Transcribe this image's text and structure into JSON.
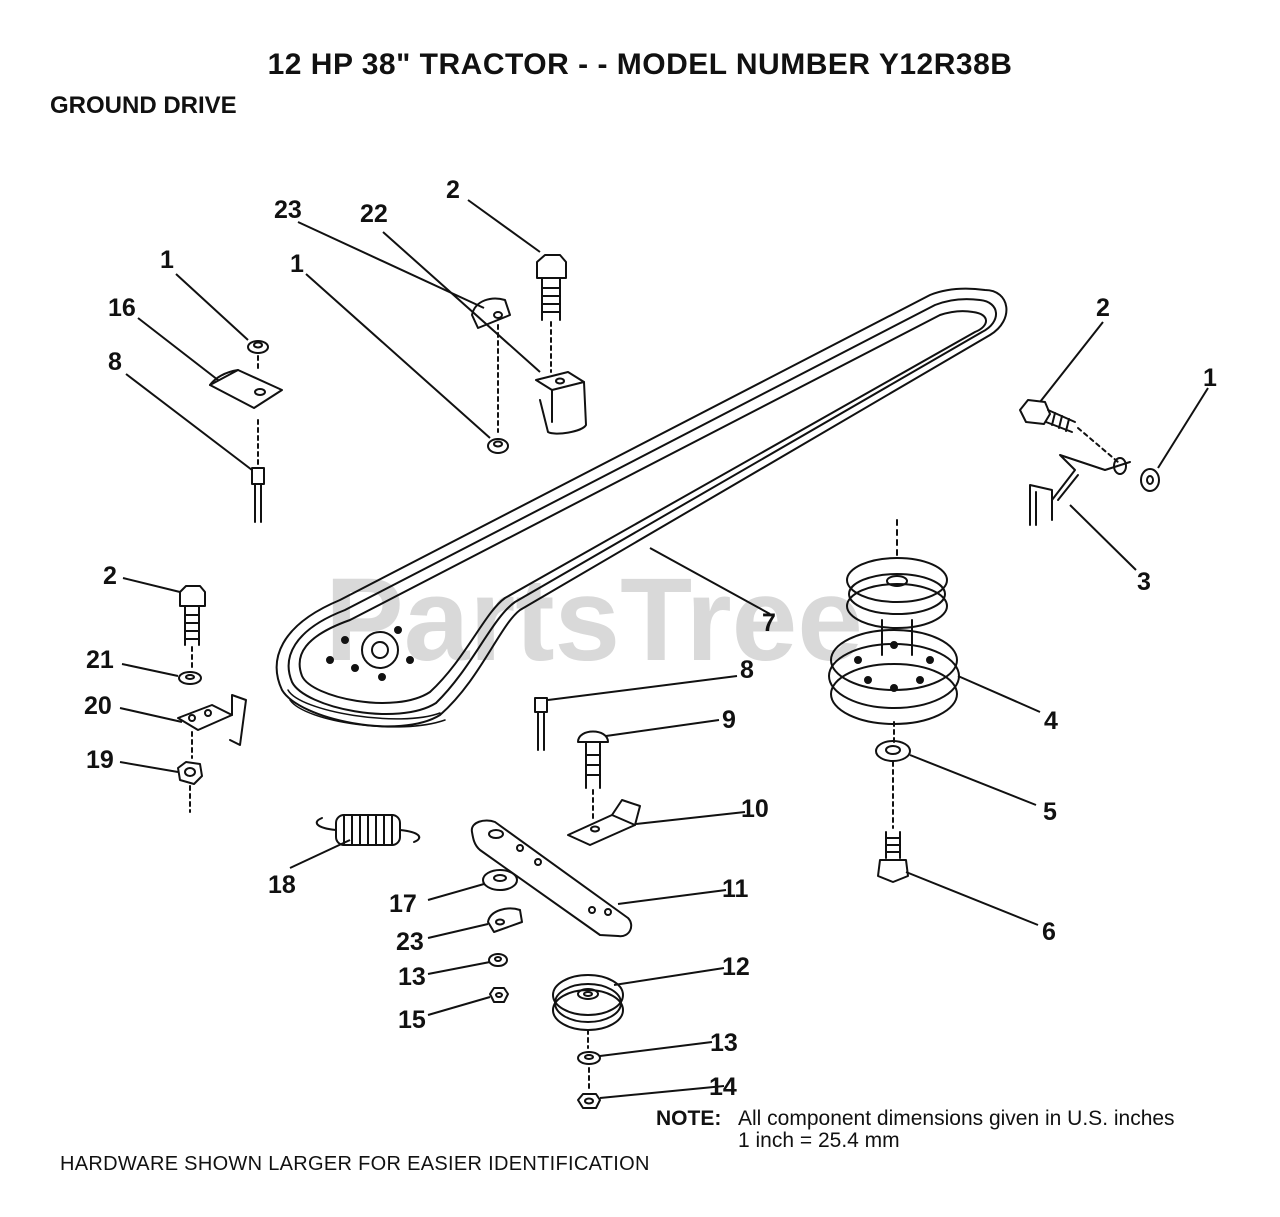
{
  "header": {
    "title": "12 HP 38\" TRACTOR - - MODEL NUMBER Y12R38B",
    "subtitle": "GROUND DRIVE"
  },
  "watermark": "PartsTree",
  "callouts": [
    {
      "label": "2"
    },
    {
      "label": "23"
    },
    {
      "label": "22"
    },
    {
      "label": "1"
    },
    {
      "label": "1"
    },
    {
      "label": "16"
    },
    {
      "label": "8"
    },
    {
      "label": "2"
    },
    {
      "label": "1"
    },
    {
      "label": "3"
    },
    {
      "label": "7"
    },
    {
      "label": "2"
    },
    {
      "label": "21"
    },
    {
      "label": "20"
    },
    {
      "label": "19"
    },
    {
      "label": "8"
    },
    {
      "label": "9"
    },
    {
      "label": "4"
    },
    {
      "label": "5"
    },
    {
      "label": "10"
    },
    {
      "label": "6"
    },
    {
      "label": "18"
    },
    {
      "label": "17"
    },
    {
      "label": "11"
    },
    {
      "label": "23"
    },
    {
      "label": "13"
    },
    {
      "label": "12"
    },
    {
      "label": "15"
    },
    {
      "label": "13"
    },
    {
      "label": "14"
    }
  ],
  "note": {
    "label": "NOTE:",
    "line1": "All component dimensions given in U.S. inches",
    "line2": "1 inch = 25.4 mm"
  },
  "footer": "HARDWARE SHOWN LARGER FOR EASIER IDENTIFICATION"
}
